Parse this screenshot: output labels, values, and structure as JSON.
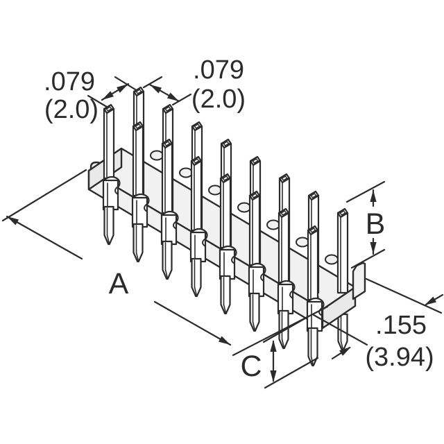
{
  "drawing": {
    "title": "Dual-row through-hole pin header, isometric technical drawing",
    "component": "pin header connector",
    "rows": 2,
    "columns": 8,
    "total_pins": 16
  },
  "colors": {
    "line": "#2b2b2b",
    "body_face": "#f1f1f1",
    "side_face": "#e9e9e9",
    "pin_face": "#ffffff",
    "background": "#ffffff"
  },
  "dimensions": {
    "row_pitch": {
      "inches": ".079",
      "mm": "(2.0)"
    },
    "column_pitch": {
      "inches": ".079",
      "mm": "(2.0)"
    },
    "overall_length_label": "A",
    "pin_height_label": "B",
    "tail_length_label": "C",
    "row_span": {
      "inches": ".155",
      "mm": "(3.94)"
    }
  }
}
